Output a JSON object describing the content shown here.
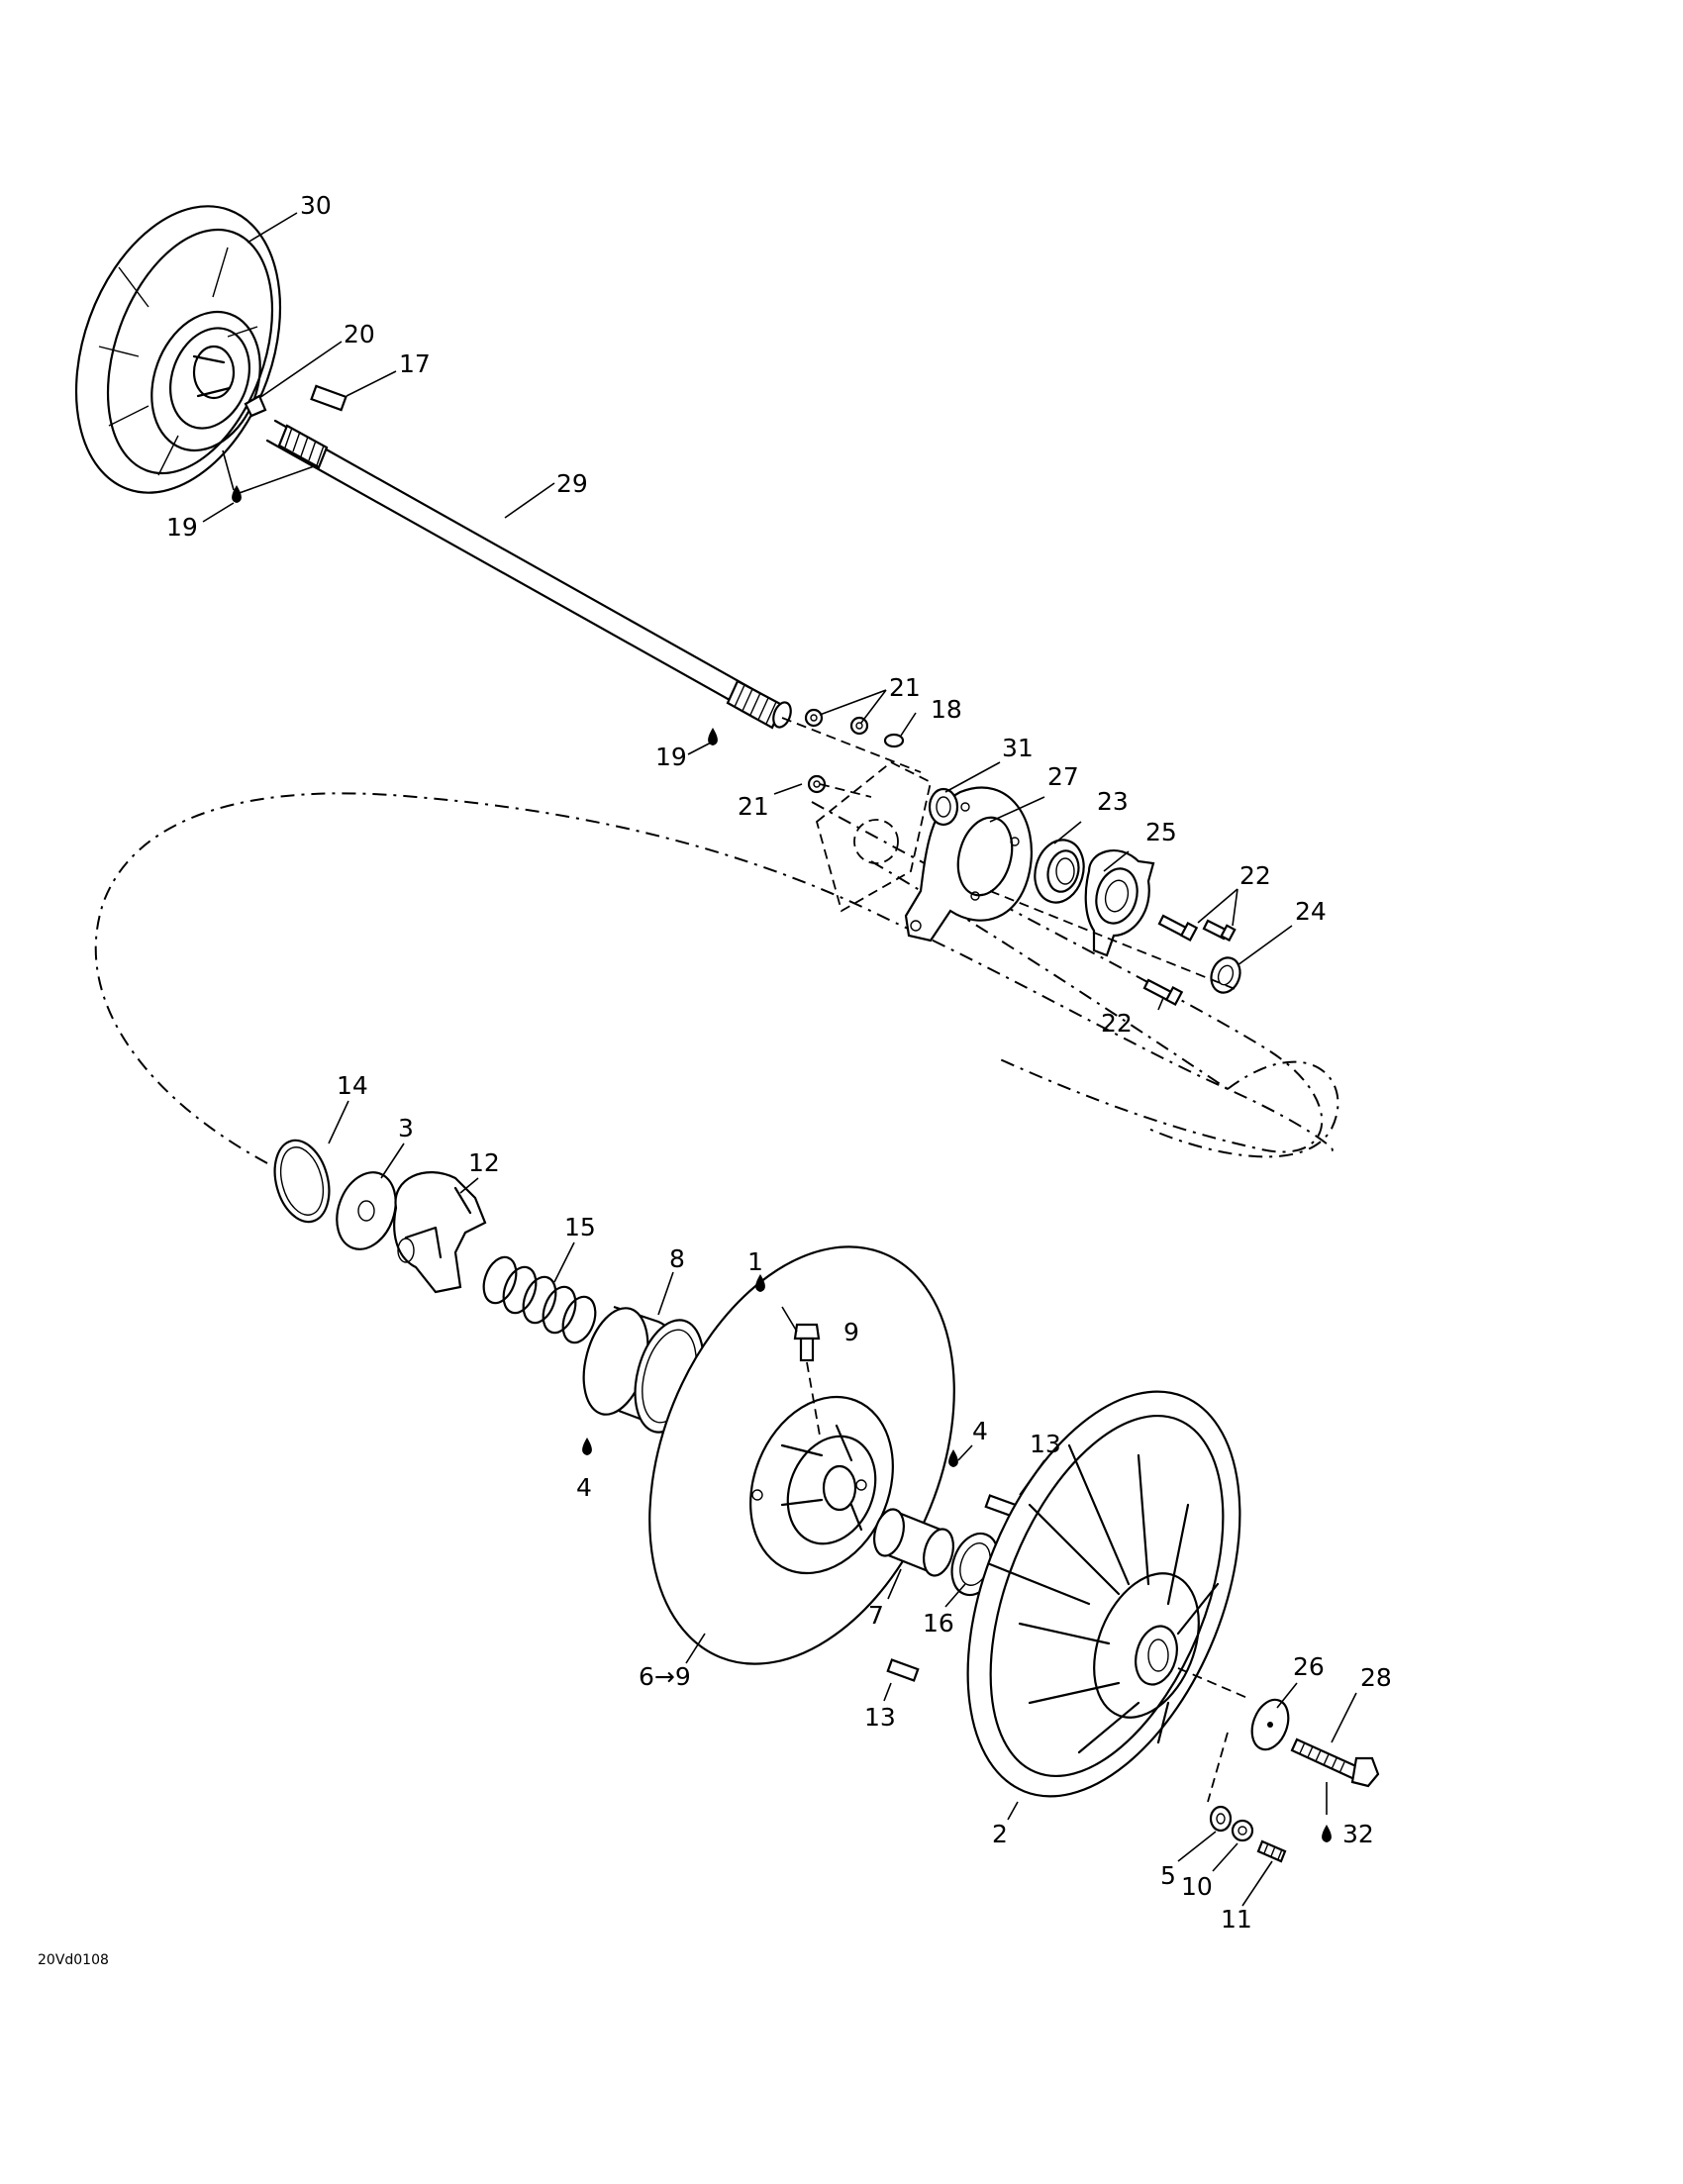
{
  "diagram_code": "20Vd0108",
  "labels": {
    "l1": "1",
    "l2": "2",
    "l3": "3",
    "l4a": "4",
    "l4b": "4",
    "l5": "5",
    "l6to9": "6→9",
    "l7": "7",
    "l8": "8",
    "l9": "9",
    "l10": "10",
    "l11": "11",
    "l12": "12",
    "l13a": "13",
    "l13b": "13",
    "l14": "14",
    "l15": "15",
    "l16": "16",
    "l17": "17",
    "l18": "18",
    "l19a": "19",
    "l19b": "19",
    "l20": "20",
    "l21a": "21",
    "l21b": "21",
    "l22a": "22",
    "l22b": "22",
    "l23": "23",
    "l24": "24",
    "l25": "25",
    "l26": "26",
    "l27": "27",
    "l28": "28",
    "l29": "29",
    "l30": "30",
    "l31": "31",
    "l32": "32"
  },
  "icons": [
    "lubricant-drop-icon"
  ]
}
